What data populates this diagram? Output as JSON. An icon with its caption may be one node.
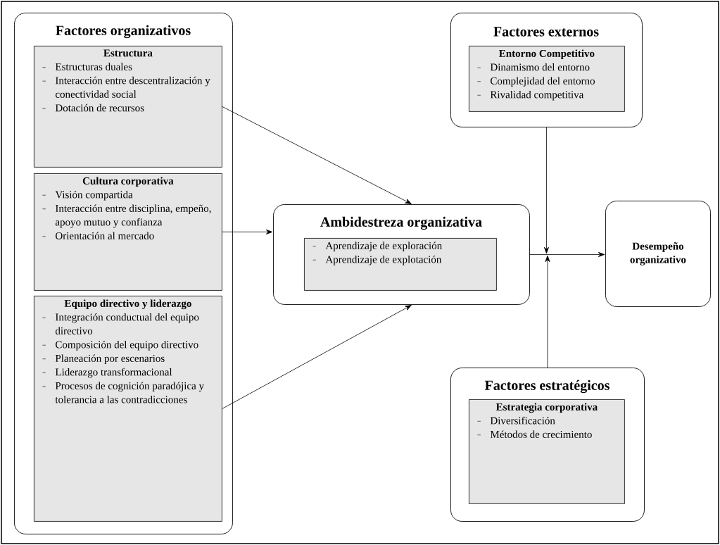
{
  "diagram": {
    "nodes": [
      {
        "text": [
          "Factores organizativos"
        ]
      },
      {
        "text": [
          "Estructura",
          "Estructuras duales",
          "Interacción entre descentralización y conectividad social",
          "Dotación de recursos"
        ],
        "in": 0
      },
      {
        "text": [
          "Cultura corporativa",
          "Visión compartida",
          "Interacción entre disciplina, empeño, apoyo mutuo y confianza",
          "Orientación al mercado"
        ],
        "in": 0
      },
      {
        "text": [
          "Equipo directivo y liderazgo",
          "Integración conductual del equipo directivo",
          "Composición del equipo directivo",
          "Planeación por escenarios",
          "Liderazgo transformacional",
          "Procesos de cognición paradójica y tolerancia a las contradicciones"
        ],
        "in": 0
      },
      {
        "text": [
          "Ambidestreza organizativa"
        ]
      },
      {
        "text": [
          "Aprendizaje de exploración",
          "Aprendizaje de explotación"
        ],
        "in": 4
      },
      {
        "text": [
          "Factores externos"
        ]
      },
      {
        "text": [
          "Entorno Competitivo",
          "Dinamismo del entorno",
          "Complejidad del entorno",
          "Rivalidad competitiva"
        ],
        "in": 6
      },
      {
        "text": [
          "Desempeño organizativo"
        ]
      },
      {
        "text": [
          "Factores estratégicos"
        ]
      },
      {
        "text": [
          "Estrategia corporativa",
          "Diversificación",
          "Métodos de crecimiento"
        ],
        "in": 9
      }
    ],
    "edges": [
      {
        "from": 1,
        "to": 4,
        "arrow": "to"
      },
      {
        "from": 2,
        "to": 4,
        "arrow": "to"
      },
      {
        "from": 3,
        "to": 4,
        "arrow": "to"
      },
      {
        "from": 4,
        "to": 8,
        "arrow": "to"
      },
      {
        "from": 6,
        "to": null,
        "arrow": "to"
      },
      {
        "from": 9,
        "to": null,
        "arrow": "to"
      }
    ]
  }
}
